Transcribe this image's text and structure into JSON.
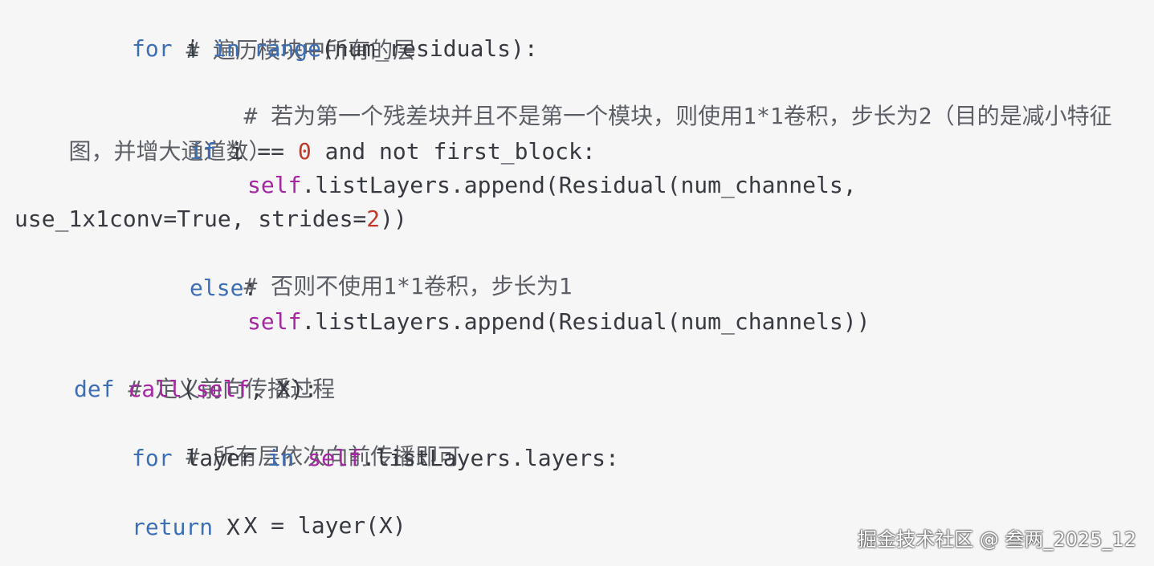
{
  "code": {
    "line1": "# 遍历模块中所有的层",
    "line2_kw": "for",
    "line2_a": " i ",
    "line2_in": "in",
    "line2_range": "range",
    "line2_rest": "(num_residuals):",
    "line3": "# 若为第一个残差块并且不是第一个模块，则使用1*1卷积，步长为2（目的是减小特征",
    "line4": "图，并增大通道数）",
    "line5_if": "if",
    "line5_a": " i == ",
    "line5_zero": "0",
    "line5_and": " and not ",
    "line5_rest": "first_block:",
    "line6_self": "self",
    "line6_rest": ".listLayers.append(Residual(num_channels,",
    "line7_a": "use_1x1conv=True, strides=",
    "line7_two": "2",
    "line7_rest": "))",
    "line8": "# 否则不使用1*1卷积，步长为1",
    "line9_else": "else",
    "line9_rest": ":",
    "line10_self": "self",
    "line10_rest": ".listLayers.append(Residual(num_channels))",
    "line11": "# 定义前向传播过程",
    "line12_def": "def",
    "line12_call": "call",
    "line12_paren": "(",
    "line12_self": "self",
    "line12_rest": ", X):",
    "line13": "# 所有层依次向前传播即可",
    "line14_for": "for",
    "line14_a": " layer ",
    "line14_in": "in",
    "line14_space": " ",
    "line14_self": "self",
    "line14_rest": ".listLayers.layers:",
    "line15": "X = layer(X)",
    "line16_return": "return",
    "line16_rest": " X"
  },
  "watermark": "掘金技术社区 @ 叁两_2025_12",
  "colors": {
    "background": "#f6f6f6",
    "keyword": "#3d6fb6",
    "function": "#a626a4",
    "number": "#c0392b",
    "comment": "#5c5f66"
  }
}
